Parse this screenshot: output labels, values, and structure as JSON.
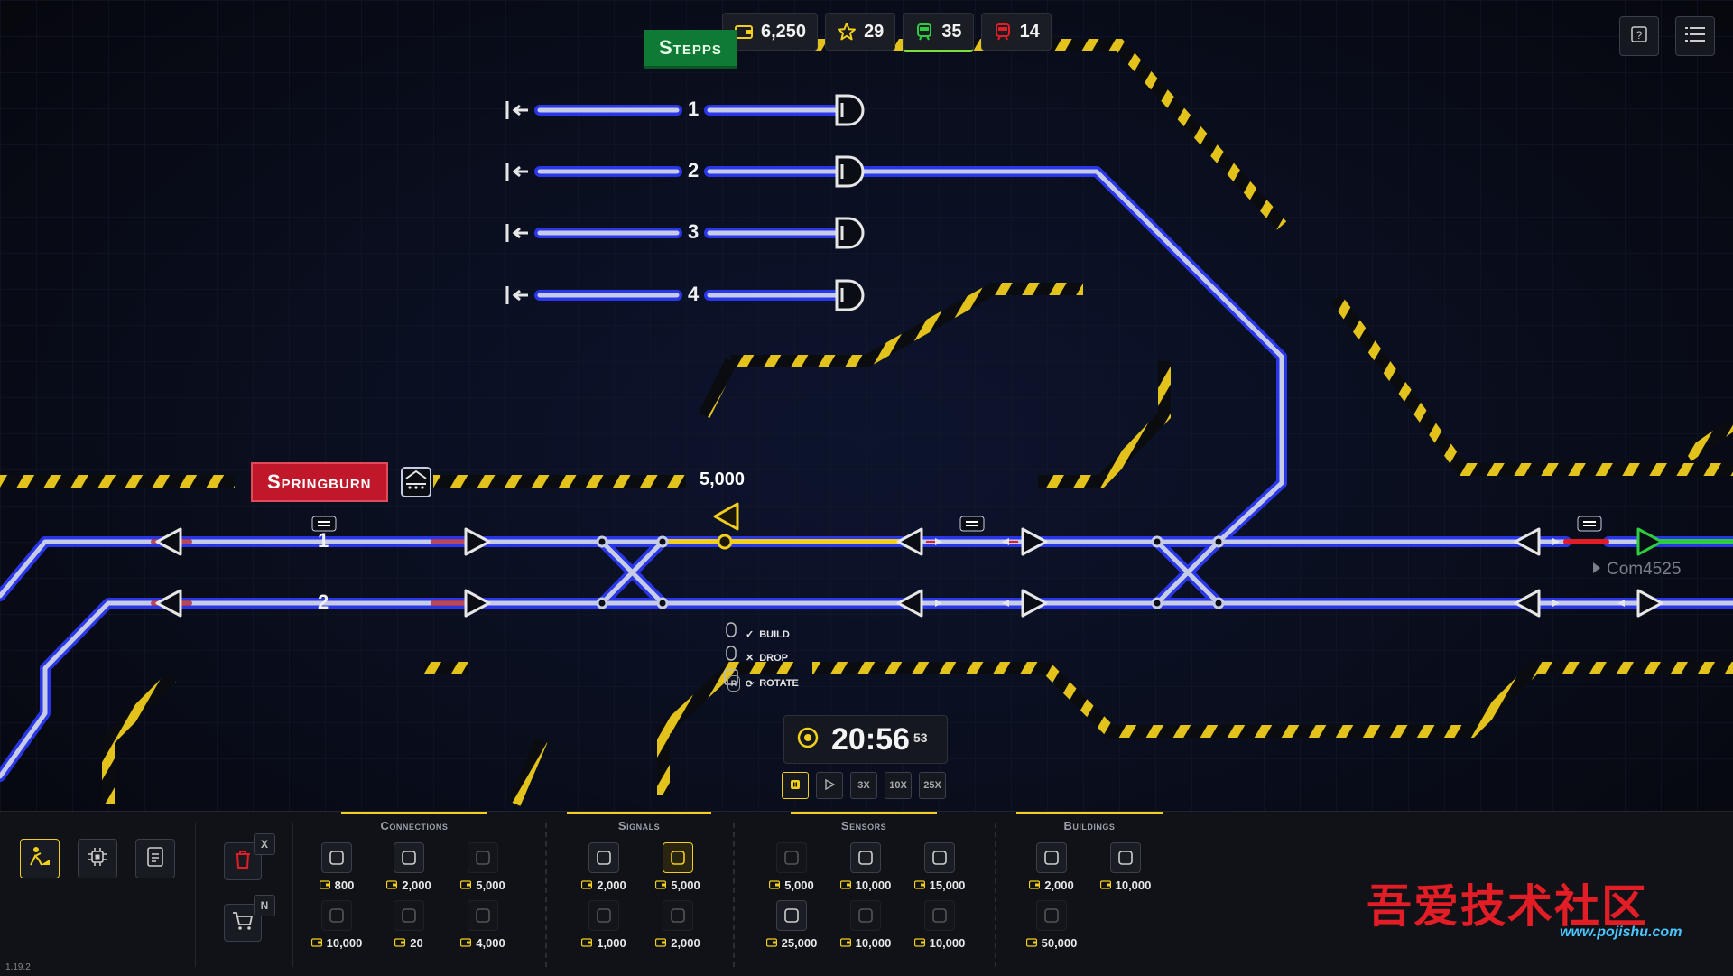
{
  "resources": [
    {
      "name": "money",
      "icon": "wallet-icon",
      "value": "6,250"
    },
    {
      "name": "rating",
      "icon": "star-icon",
      "value": "29"
    },
    {
      "name": "trains-ok",
      "icon": "train-green-icon",
      "value": "35"
    },
    {
      "name": "trains-bad",
      "icon": "train-red-icon",
      "value": "14"
    }
  ],
  "stations": {
    "north": "Stepps",
    "west": "Springburn"
  },
  "platform_numbers": {
    "north": [
      "1",
      "2",
      "3",
      "4"
    ],
    "main": [
      "1",
      "2"
    ]
  },
  "cost_preview": "5,000",
  "train_label": "Com4525",
  "hints": [
    {
      "key": "",
      "label": "BUILD",
      "icon": "check-icon"
    },
    {
      "key": "",
      "label": "DROP",
      "icon": "cross-icon"
    },
    {
      "key": "R",
      "label": "ROTATE",
      "icon": "rotate-icon"
    }
  ],
  "clock": {
    "time": "20:56",
    "seconds": "53"
  },
  "speed_buttons": [
    {
      "label": "",
      "icon": "pause-icon",
      "active": true
    },
    {
      "label": "",
      "icon": "play-icon",
      "active": false
    },
    {
      "label": "3X",
      "active": false
    },
    {
      "label": "10X",
      "active": false
    },
    {
      "label": "25X",
      "active": false
    }
  ],
  "toolbar": {
    "categories": [
      {
        "title": "Connections",
        "items": [
          {
            "icon": "platform-40-icon",
            "price": "800",
            "dim": false
          },
          {
            "icon": "platform-80-icon",
            "price": "2,000",
            "dim": false
          },
          {
            "icon": "platform-120-icon",
            "price": "5,000",
            "dim": true
          },
          {
            "icon": "platform-200-icon",
            "price": "10,000",
            "dim": true
          },
          {
            "icon": "buffer-stop-icon",
            "price": "20",
            "dim": true
          },
          {
            "icon": "switch-icon",
            "price": "4,000",
            "dim": true
          }
        ]
      },
      {
        "title": "Signals",
        "items": [
          {
            "icon": "block-signal-icon",
            "price": "2,000",
            "dim": false
          },
          {
            "icon": "path-signal-icon",
            "price": "5,000",
            "dim": false,
            "selected": true
          },
          {
            "icon": "speed-signal-icon",
            "price": "1,000",
            "dim": true
          },
          {
            "icon": "link-signal-icon",
            "price": "2,000",
            "dim": true
          }
        ]
      },
      {
        "title": "Sensors",
        "items": [
          {
            "icon": "sensor-blank-icon",
            "price": "5,000",
            "dim": true
          },
          {
            "icon": "sensor-one-icon",
            "price": "10,000",
            "dim": false
          },
          {
            "icon": "sensor-dots-icon",
            "price": "15,000",
            "dim": false
          },
          {
            "icon": "sensor-equals-icon",
            "price": "25,000",
            "dim": false
          },
          {
            "icon": "sensor-dash-icon",
            "price": "10,000",
            "dim": true
          },
          {
            "icon": "sensor-dots2-icon",
            "price": "10,000",
            "dim": true
          }
        ]
      },
      {
        "title": "Buildings",
        "items": [
          {
            "icon": "depot-small-icon",
            "price": "2,000",
            "dim": false
          },
          {
            "icon": "depot-large-icon",
            "price": "10,000",
            "dim": false
          },
          {
            "icon": "depot-xl-icon",
            "price": "50,000",
            "dim": true
          }
        ]
      }
    ],
    "shortcuts": {
      "delete": "X",
      "shop": "N"
    }
  },
  "version": "1.19.2",
  "watermark": {
    "text": "吾爱技术社区",
    "url": "www.pojishu.com"
  },
  "colors": {
    "track": "#c7cce6",
    "track_glow": "#2e3bff",
    "selected": "#f2cf1c",
    "hazard": "#e2c21b",
    "red": "#e21d26",
    "green": "#2ecc40"
  }
}
